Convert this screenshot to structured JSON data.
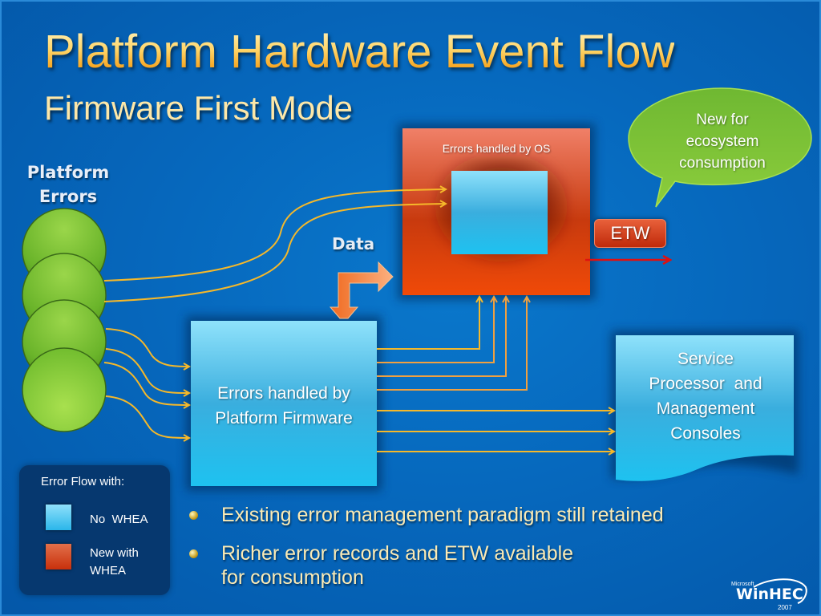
{
  "slide": {
    "title": "Platform Hardware Event Flow",
    "subtitle": "Firmware First Mode"
  },
  "diagram": {
    "platform_errors_label_line1": "Platform",
    "platform_errors_label_line2": "Errors",
    "platform_error_nodes": 4,
    "os_box_label": "Errors handled by OS",
    "firmware_box_label_line1": "Errors handled by",
    "firmware_box_label_line2": "Platform Firmware",
    "service_box_label_line1": "Service",
    "service_box_label_line2": "Processor  and",
    "service_box_label_line3": "Management",
    "service_box_label_line4": "Consoles",
    "data_label": "Data",
    "etw_label": "ETW",
    "callout_line1": "New for",
    "callout_line2": "ecosystem",
    "callout_line3": "consumption",
    "colors": {
      "no_whea": "#2ab6ea",
      "new_with_whea": "#e04a1a",
      "platform_error": "#7cc63a",
      "flow_arrow": "#f5b82a",
      "etw_arrow": "#e01010"
    }
  },
  "legend": {
    "title": "Error Flow with:",
    "items": [
      {
        "label": "No  WHEA",
        "color": "#2ab6ea"
      },
      {
        "label_line1": "New with",
        "label_line2": "WHEA",
        "color": "#e04a1a"
      }
    ]
  },
  "bullets": [
    {
      "text": "Existing error management paradigm still retained"
    },
    {
      "line1": "Richer error records and ETW available",
      "line2": "for consumption"
    }
  ],
  "logo": {
    "company": "Microsoft",
    "name": "WinHEC",
    "year": "2007"
  }
}
